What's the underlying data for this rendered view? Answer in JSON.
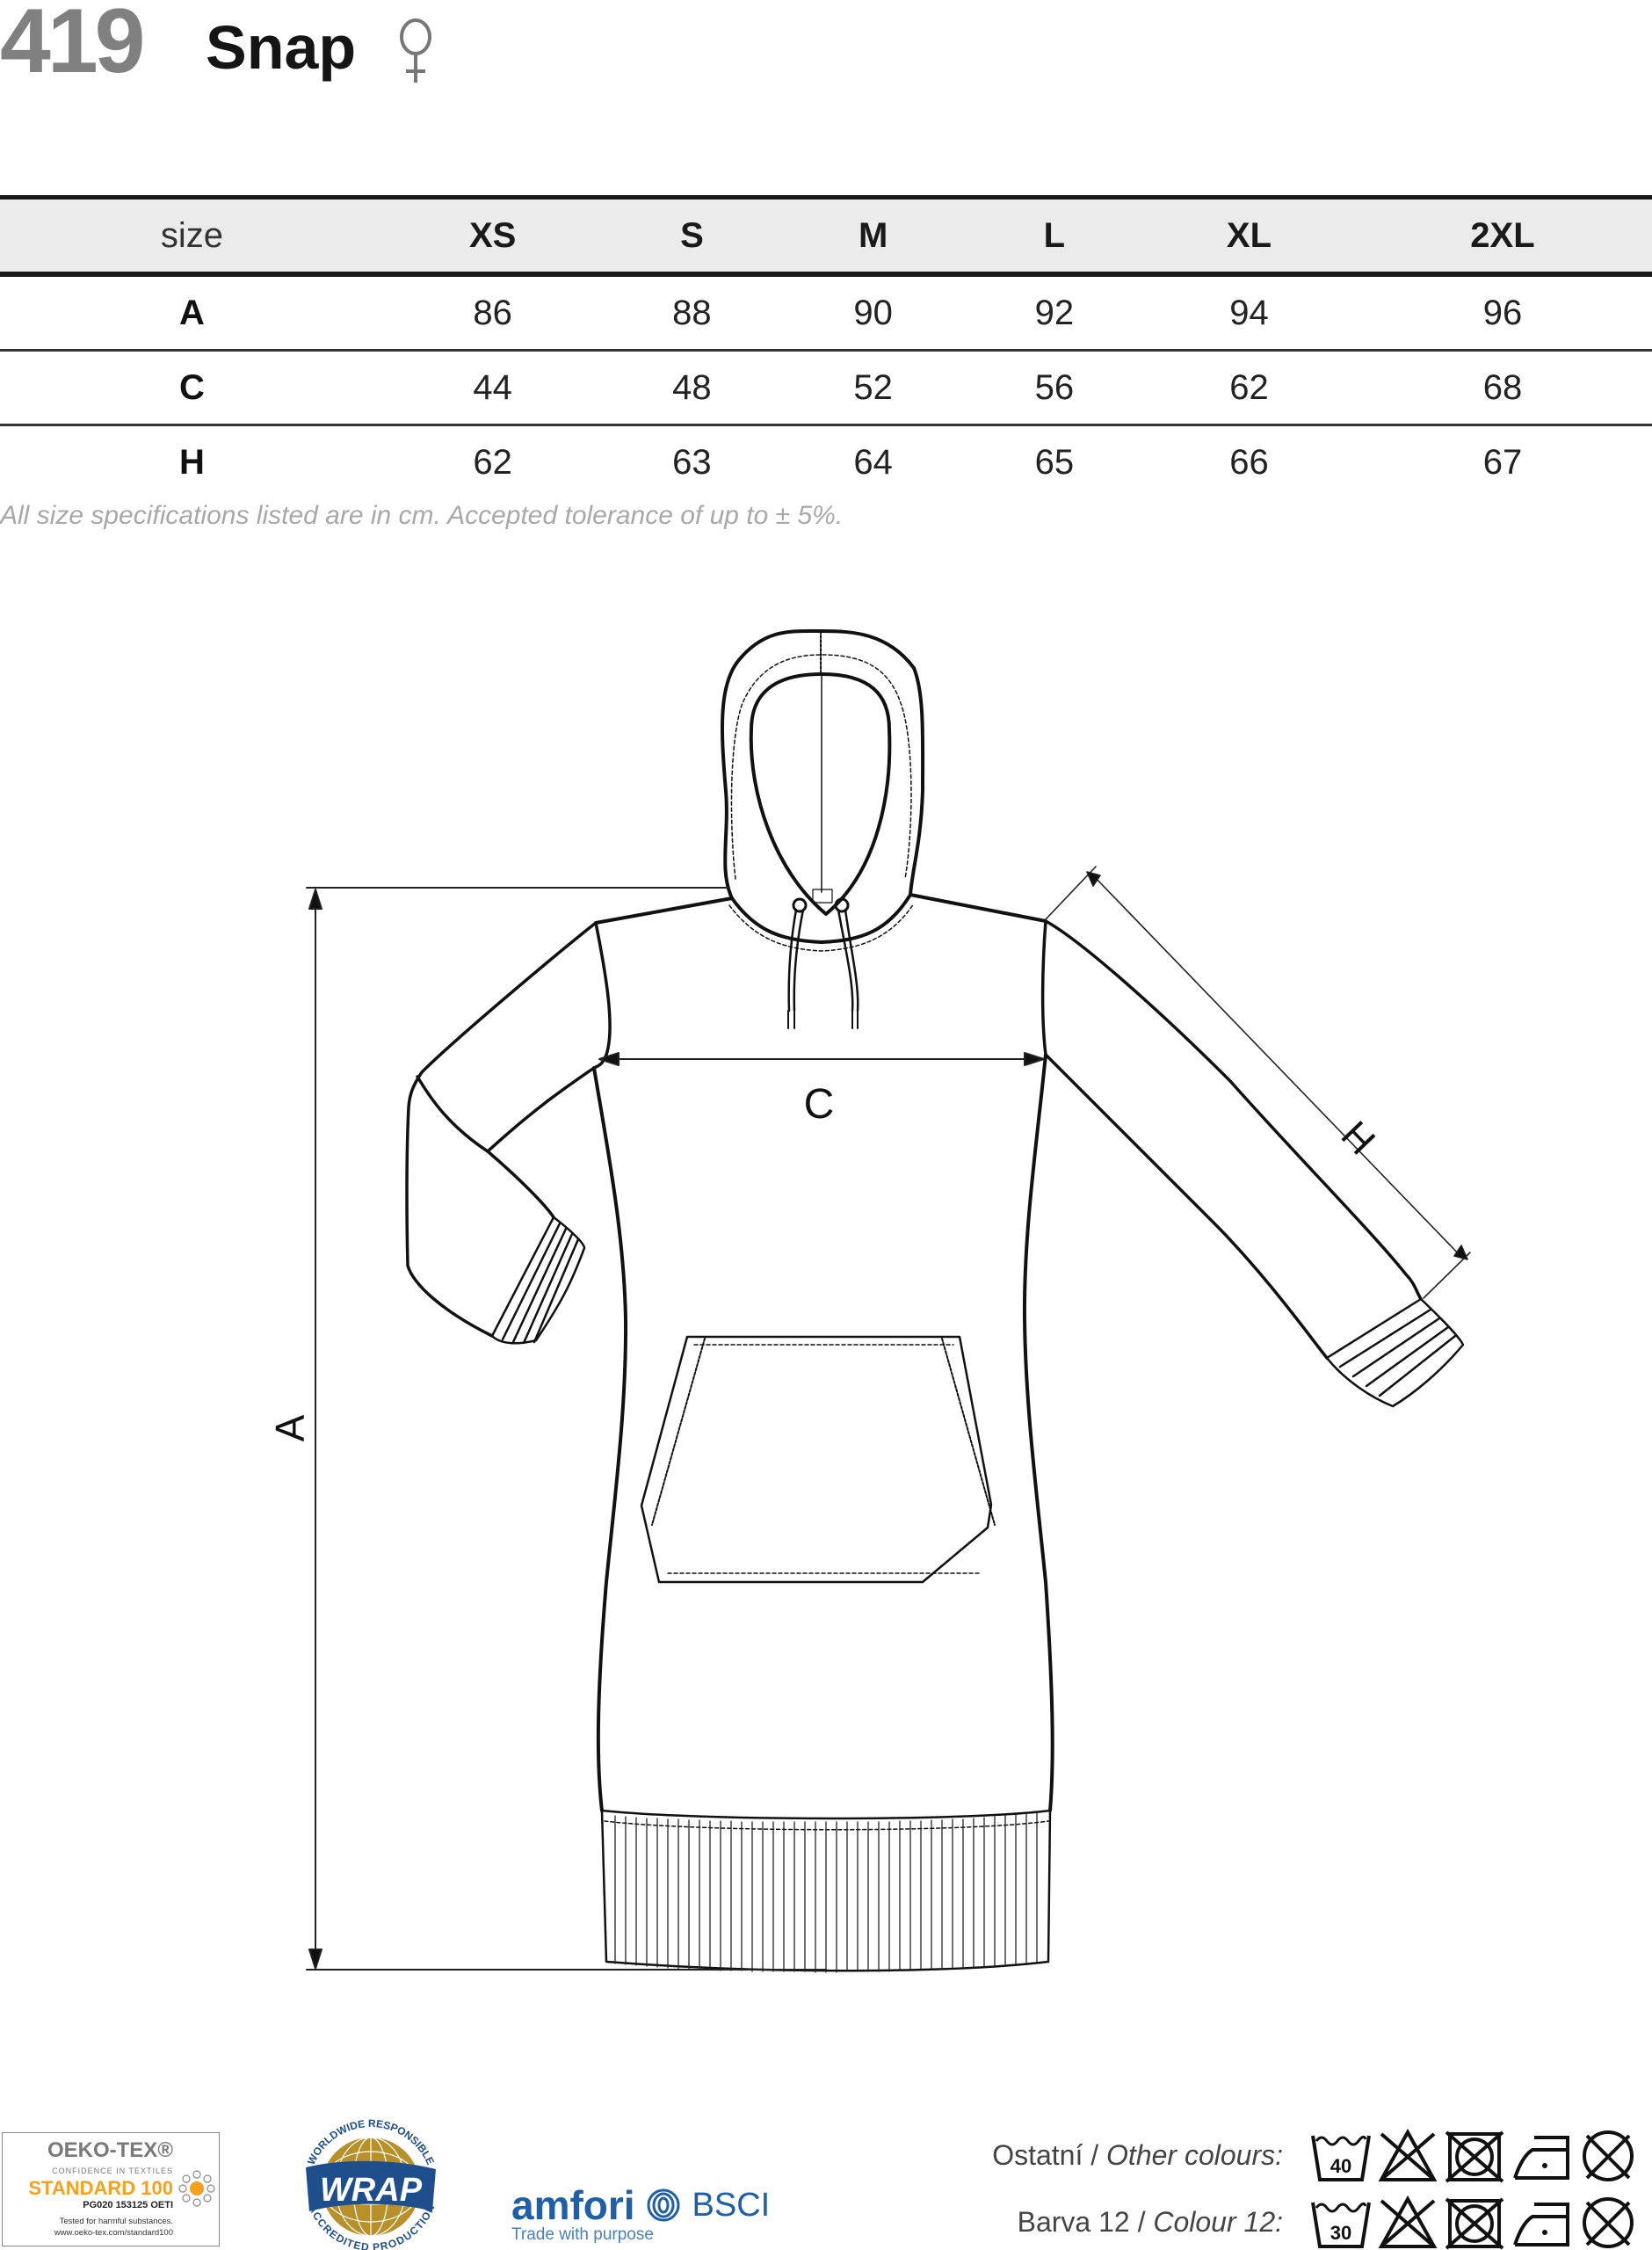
{
  "header": {
    "model_number": "419",
    "model_name": "Snap",
    "gender_symbol": "female-symbol-icon"
  },
  "size_table": {
    "columns": [
      "size",
      "XS",
      "S",
      "M",
      "L",
      "XL",
      "2XL"
    ],
    "rows": [
      {
        "label": "A",
        "values": [
          "86",
          "88",
          "90",
          "92",
          "94",
          "96"
        ]
      },
      {
        "label": "C",
        "values": [
          "44",
          "48",
          "52",
          "56",
          "62",
          "68"
        ]
      },
      {
        "label": "H",
        "values": [
          "62",
          "63",
          "64",
          "65",
          "66",
          "67"
        ]
      }
    ],
    "note": "All size specifications listed are in cm. Accepted tolerance of up to ± 5%."
  },
  "diagram": {
    "subject": "hooded dress technical flat drawing",
    "measurements": {
      "A": "A",
      "C": "C",
      "H": "H"
    }
  },
  "footer": {
    "oekotex": {
      "title": "OEKO-TEX®",
      "subtitle": "CONFIDENCE IN TEXTILES",
      "standard": "STANDARD 100",
      "code": "PG020 153125 OETI",
      "line1": "Tested for harmful substances.",
      "line2": "www.oeko-tex.com/standard100"
    },
    "wrap": {
      "center": "WRAP",
      "top_arc": "WORLDWIDE RESPONSIBLE",
      "bottom_arc": "ACCREDITED PRODUCTION"
    },
    "amfori": {
      "brand": "amfori",
      "program": "BSCI",
      "tagline": "Trade with purpose"
    },
    "care": [
      {
        "label_cs": "Ostatní /",
        "label_en": "Other colours:",
        "wash_temp": "40"
      },
      {
        "label_cs": "Barva 12 /",
        "label_en": "Colour 12:",
        "wash_temp": "30"
      }
    ],
    "colors": {
      "oeko_orange": "#f5a01e",
      "amfori_blue": "#1f5fa8",
      "wrap_gold": "#b8902a",
      "wrap_blue": "#1f4e8c"
    }
  }
}
